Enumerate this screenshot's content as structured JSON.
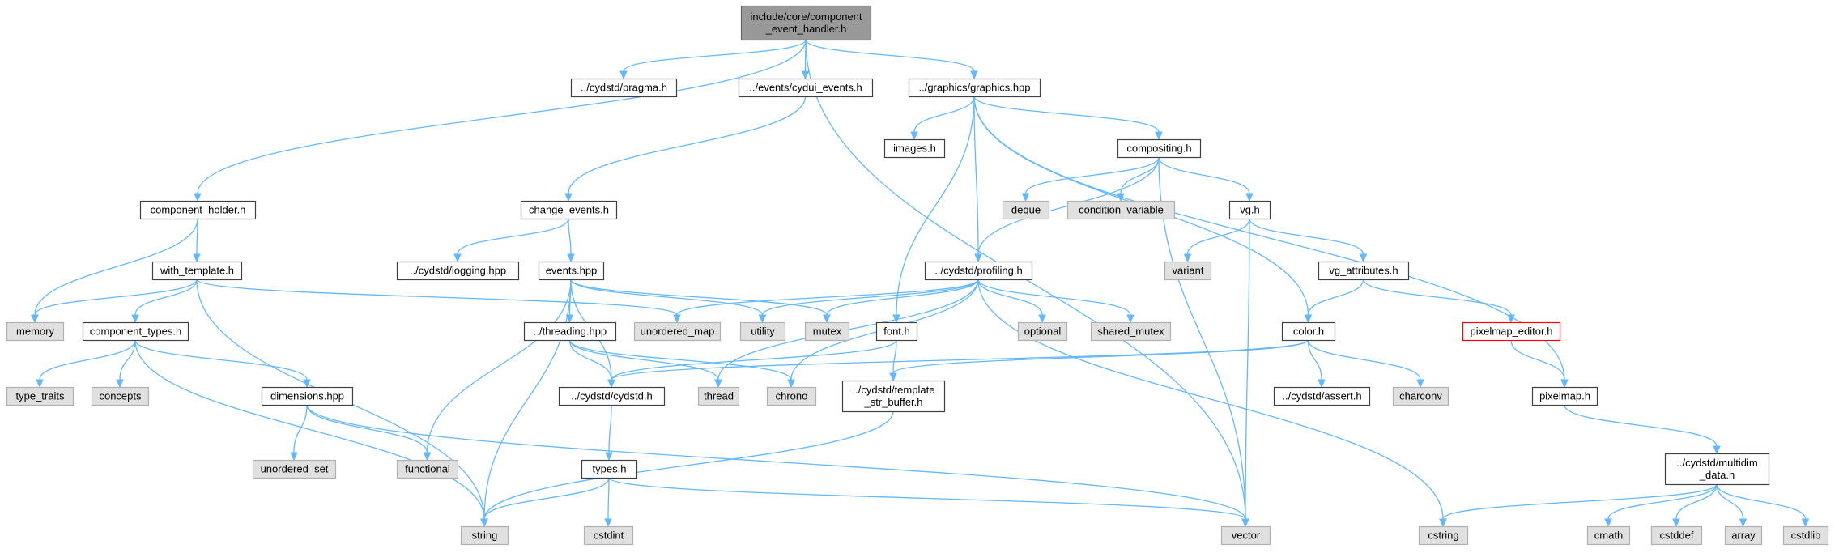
{
  "colors": {
    "edge": "#63b8ff",
    "focus_fill": "#999999",
    "system_header_fill": "#e0e0e0",
    "truncated_border": "#ff0000"
  },
  "nodes": [
    {
      "id": "root",
      "label": [
        "include/core/component",
        "_event_handler.h"
      ],
      "kind": "focus"
    },
    {
      "id": "pragma",
      "label": [
        "../cydstd/pragma.h"
      ],
      "kind": "normal"
    },
    {
      "id": "cydui_events",
      "label": [
        "../events/cydui_events.h"
      ],
      "kind": "normal"
    },
    {
      "id": "graphics",
      "label": [
        "../graphics/graphics.hpp"
      ],
      "kind": "normal"
    },
    {
      "id": "component_holder",
      "label": [
        "component_holder.h"
      ],
      "kind": "normal"
    },
    {
      "id": "change_events",
      "label": [
        "change_events.h"
      ],
      "kind": "normal"
    },
    {
      "id": "images",
      "label": [
        "images.h"
      ],
      "kind": "normal"
    },
    {
      "id": "compositing",
      "label": [
        "compositing.h"
      ],
      "kind": "normal"
    },
    {
      "id": "deque",
      "label": [
        "deque"
      ],
      "kind": "system"
    },
    {
      "id": "condition_variable",
      "label": [
        "condition_variable"
      ],
      "kind": "system"
    },
    {
      "id": "vg",
      "label": [
        "vg.h"
      ],
      "kind": "normal"
    },
    {
      "id": "with_template",
      "label": [
        "with_template.h"
      ],
      "kind": "normal"
    },
    {
      "id": "logging",
      "label": [
        "../cydstd/logging.hpp"
      ],
      "kind": "normal"
    },
    {
      "id": "events",
      "label": [
        "events.hpp"
      ],
      "kind": "normal"
    },
    {
      "id": "profiling",
      "label": [
        "../cydstd/profiling.h"
      ],
      "kind": "normal"
    },
    {
      "id": "variant",
      "label": [
        "variant"
      ],
      "kind": "system"
    },
    {
      "id": "vg_attributes",
      "label": [
        "vg_attributes.h"
      ],
      "kind": "normal"
    },
    {
      "id": "memory",
      "label": [
        "memory"
      ],
      "kind": "system"
    },
    {
      "id": "component_types",
      "label": [
        "component_types.h"
      ],
      "kind": "normal"
    },
    {
      "id": "threading",
      "label": [
        "../threading.hpp"
      ],
      "kind": "normal"
    },
    {
      "id": "unordered_map",
      "label": [
        "unordered_map"
      ],
      "kind": "system"
    },
    {
      "id": "utility",
      "label": [
        "utility"
      ],
      "kind": "system"
    },
    {
      "id": "mutex",
      "label": [
        "mutex"
      ],
      "kind": "system"
    },
    {
      "id": "font",
      "label": [
        "font.h"
      ],
      "kind": "normal"
    },
    {
      "id": "optional",
      "label": [
        "optional"
      ],
      "kind": "system"
    },
    {
      "id": "shared_mutex",
      "label": [
        "shared_mutex"
      ],
      "kind": "system"
    },
    {
      "id": "color",
      "label": [
        "color.h"
      ],
      "kind": "normal"
    },
    {
      "id": "pixelmap_editor",
      "label": [
        "pixelmap_editor.h"
      ],
      "kind": "truncated"
    },
    {
      "id": "type_traits",
      "label": [
        "type_traits"
      ],
      "kind": "system"
    },
    {
      "id": "concepts",
      "label": [
        "concepts"
      ],
      "kind": "system"
    },
    {
      "id": "dimensions",
      "label": [
        "dimensions.hpp"
      ],
      "kind": "normal"
    },
    {
      "id": "cydstd",
      "label": [
        "../cydstd/cydstd.h"
      ],
      "kind": "normal"
    },
    {
      "id": "thread",
      "label": [
        "thread"
      ],
      "kind": "system"
    },
    {
      "id": "chrono",
      "label": [
        "chrono"
      ],
      "kind": "system"
    },
    {
      "id": "template_str",
      "label": [
        "../cydstd/template",
        "_str_buffer.h"
      ],
      "kind": "normal"
    },
    {
      "id": "assert",
      "label": [
        "../cydstd/assert.h"
      ],
      "kind": "normal"
    },
    {
      "id": "charconv",
      "label": [
        "charconv"
      ],
      "kind": "system"
    },
    {
      "id": "pixelmap",
      "label": [
        "pixelmap.h"
      ],
      "kind": "normal"
    },
    {
      "id": "unordered_set",
      "label": [
        "unordered_set"
      ],
      "kind": "system"
    },
    {
      "id": "functional",
      "label": [
        "functional"
      ],
      "kind": "system"
    },
    {
      "id": "types",
      "label": [
        "types.h"
      ],
      "kind": "normal"
    },
    {
      "id": "multidim",
      "label": [
        "../cydstd/multidim",
        "_data.h"
      ],
      "kind": "normal"
    },
    {
      "id": "string",
      "label": [
        "string"
      ],
      "kind": "system"
    },
    {
      "id": "cstdint",
      "label": [
        "cstdint"
      ],
      "kind": "system"
    },
    {
      "id": "vector",
      "label": [
        "vector"
      ],
      "kind": "system"
    },
    {
      "id": "cstring",
      "label": [
        "cstring"
      ],
      "kind": "system"
    },
    {
      "id": "cmath",
      "label": [
        "cmath"
      ],
      "kind": "system"
    },
    {
      "id": "cstddef",
      "label": [
        "cstddef"
      ],
      "kind": "system"
    },
    {
      "id": "array",
      "label": [
        "array"
      ],
      "kind": "system"
    },
    {
      "id": "cstdlib",
      "label": [
        "cstdlib"
      ],
      "kind": "system"
    }
  ],
  "edges": [
    [
      "root",
      "pragma"
    ],
    [
      "root",
      "cydui_events"
    ],
    [
      "root",
      "graphics"
    ],
    [
      "root",
      "component_holder"
    ],
    [
      "root",
      "vector"
    ],
    [
      "cydui_events",
      "change_events"
    ],
    [
      "graphics",
      "images"
    ],
    [
      "graphics",
      "compositing"
    ],
    [
      "graphics",
      "profiling"
    ],
    [
      "graphics",
      "font"
    ],
    [
      "graphics",
      "color"
    ],
    [
      "graphics",
      "pixelmap"
    ],
    [
      "compositing",
      "deque"
    ],
    [
      "compositing",
      "condition_variable"
    ],
    [
      "compositing",
      "vg"
    ],
    [
      "compositing",
      "profiling"
    ],
    [
      "compositing",
      "vector"
    ],
    [
      "vg",
      "variant"
    ],
    [
      "vg",
      "vg_attributes"
    ],
    [
      "vg",
      "vector"
    ],
    [
      "vg_attributes",
      "color"
    ],
    [
      "vg_attributes",
      "pixelmap_editor"
    ],
    [
      "pixelmap_editor",
      "pixelmap"
    ],
    [
      "pixelmap",
      "multidim"
    ],
    [
      "multidim",
      "cstring"
    ],
    [
      "multidim",
      "cmath"
    ],
    [
      "multidim",
      "cstddef"
    ],
    [
      "multidim",
      "array"
    ],
    [
      "multidim",
      "cstdlib"
    ],
    [
      "component_holder",
      "memory"
    ],
    [
      "component_holder",
      "with_template"
    ],
    [
      "with_template",
      "memory"
    ],
    [
      "with_template",
      "component_types"
    ],
    [
      "with_template",
      "unordered_map"
    ],
    [
      "with_template",
      "string"
    ],
    [
      "component_types",
      "type_traits"
    ],
    [
      "component_types",
      "concepts"
    ],
    [
      "component_types",
      "dimensions"
    ],
    [
      "component_types",
      "string"
    ],
    [
      "dimensions",
      "unordered_set"
    ],
    [
      "dimensions",
      "functional"
    ],
    [
      "dimensions",
      "vector"
    ],
    [
      "change_events",
      "logging"
    ],
    [
      "change_events",
      "events"
    ],
    [
      "events",
      "threading"
    ],
    [
      "events",
      "cydstd"
    ],
    [
      "events",
      "utility"
    ],
    [
      "events",
      "mutex"
    ],
    [
      "events",
      "functional"
    ],
    [
      "events",
      "string"
    ],
    [
      "threading",
      "cydstd"
    ],
    [
      "threading",
      "thread"
    ],
    [
      "threading",
      "chrono"
    ],
    [
      "profiling",
      "unordered_map"
    ],
    [
      "profiling",
      "utility"
    ],
    [
      "profiling",
      "mutex"
    ],
    [
      "profiling",
      "optional"
    ],
    [
      "profiling",
      "shared_mutex"
    ],
    [
      "profiling",
      "thread"
    ],
    [
      "profiling",
      "chrono"
    ],
    [
      "profiling",
      "cstring"
    ],
    [
      "font",
      "cydstd"
    ],
    [
      "font",
      "template_str"
    ],
    [
      "color",
      "cydstd"
    ],
    [
      "color",
      "template_str"
    ],
    [
      "color",
      "assert"
    ],
    [
      "color",
      "charconv"
    ],
    [
      "template_str",
      "string"
    ],
    [
      "cydstd",
      "types"
    ],
    [
      "types",
      "string"
    ],
    [
      "types",
      "cstdint"
    ],
    [
      "types",
      "vector"
    ]
  ]
}
